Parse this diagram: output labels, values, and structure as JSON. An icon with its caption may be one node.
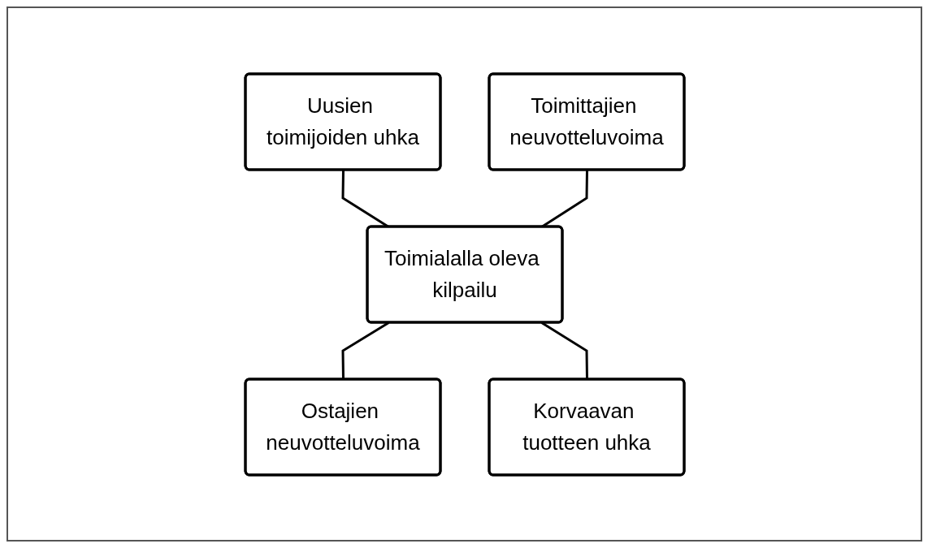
{
  "diagram": {
    "nodes": [
      {
        "text": [
          "Uusien toimijoiden uhka"
        ]
      },
      {
        "text": [
          "Toimittajien neuvotteluvoima"
        ]
      },
      {
        "text": [
          "Toimialalla oleva kilpailu"
        ]
      },
      {
        "text": [
          "Ostajien neuvotteluvoima"
        ]
      },
      {
        "text": [
          "Korvaavan tuotteen uhka"
        ]
      }
    ],
    "edges": [
      {
        "from": 0,
        "to": 2,
        "arrow": "none"
      },
      {
        "from": 1,
        "to": 2,
        "arrow": "none"
      },
      {
        "from": 2,
        "to": 3,
        "arrow": "none"
      },
      {
        "from": 2,
        "to": 4,
        "arrow": "none"
      }
    ]
  }
}
